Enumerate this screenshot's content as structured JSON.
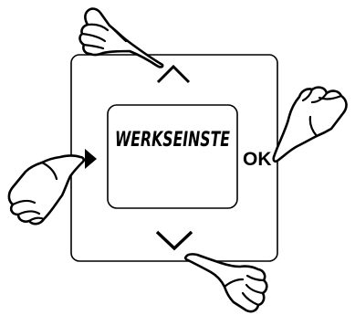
{
  "display": {
    "text": "WERKSEINSTE"
  },
  "buttons": {
    "up": {
      "icon": "chevron-up-icon"
    },
    "down": {
      "icon": "chevron-down-icon"
    },
    "left": {
      "icon": "triangle-left-icon"
    },
    "ok": {
      "label": "OK"
    }
  },
  "hands": [
    {
      "name": "hand-pressing-up",
      "icon": "pointing-hand-icon"
    },
    {
      "name": "hand-pressing-left",
      "icon": "pointing-hand-icon"
    },
    {
      "name": "hand-pressing-ok",
      "icon": "pointing-hand-icon"
    },
    {
      "name": "hand-pressing-down",
      "icon": "pointing-hand-icon"
    }
  ],
  "colors": {
    "line": "#000000",
    "background": "#ffffff"
  }
}
